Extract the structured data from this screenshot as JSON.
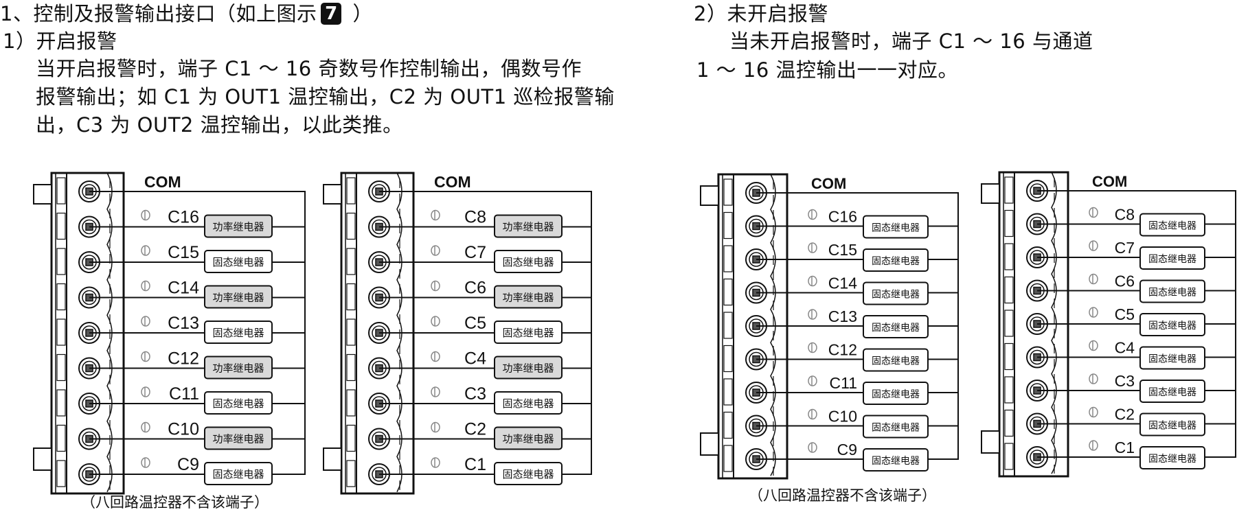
{
  "section": {
    "title_prefix": "1、控制及报警输出接口（如上图示",
    "figure_ref": "7",
    "title_suffix": "）"
  },
  "alarm_on": {
    "heading": "1）开启报警",
    "lines": [
      "当开启报警时，端子 C1 ～ 16 奇数号作控制输出，偶数号作",
      "报警输出；如 C1 为 OUT1 温控输出，C2 为 OUT1 巡检报警输",
      "出，C3 为 OUT2 温控输出，以此类推。"
    ]
  },
  "alarm_off": {
    "heading": "2）未开启报警",
    "lines": [
      "当未开启报警时，端子 C1 ～ 16 与通道",
      "1 ～ 16 温控输出一一对应。"
    ]
  },
  "relay_types": {
    "power": "功率继电器",
    "solid": "固态继电器"
  },
  "colors": {
    "power_fill": "#d9d9d9",
    "solid_fill": "#ffffff",
    "line": "#111111"
  },
  "diagrams": [
    {
      "id": "alarm-on-16",
      "common_label": "COM",
      "caption": "（八回路温控器不含该端子）",
      "terminals": [
        {
          "label": "C16",
          "relay": "power"
        },
        {
          "label": "C15",
          "relay": "solid"
        },
        {
          "label": "C14",
          "relay": "power"
        },
        {
          "label": "C13",
          "relay": "solid"
        },
        {
          "label": "C12",
          "relay": "power"
        },
        {
          "label": "C11",
          "relay": "solid"
        },
        {
          "label": "C10",
          "relay": "power"
        },
        {
          "label": "C9",
          "relay": "solid"
        }
      ]
    },
    {
      "id": "alarm-on-8",
      "common_label": "COM",
      "caption": "",
      "terminals": [
        {
          "label": "C8",
          "relay": "power"
        },
        {
          "label": "C7",
          "relay": "solid"
        },
        {
          "label": "C6",
          "relay": "power"
        },
        {
          "label": "C5",
          "relay": "solid"
        },
        {
          "label": "C4",
          "relay": "power"
        },
        {
          "label": "C3",
          "relay": "solid"
        },
        {
          "label": "C2",
          "relay": "power"
        },
        {
          "label": "C1",
          "relay": "solid"
        }
      ]
    },
    {
      "id": "alarm-off-16",
      "common_label": "COM",
      "caption": "（八回路温控器不含该端子）",
      "terminals": [
        {
          "label": "C16",
          "relay": "solid"
        },
        {
          "label": "C15",
          "relay": "solid"
        },
        {
          "label": "C14",
          "relay": "solid"
        },
        {
          "label": "C13",
          "relay": "solid"
        },
        {
          "label": "C12",
          "relay": "solid"
        },
        {
          "label": "C11",
          "relay": "solid"
        },
        {
          "label": "C10",
          "relay": "solid"
        },
        {
          "label": "C9",
          "relay": "solid"
        }
      ]
    },
    {
      "id": "alarm-off-8",
      "common_label": "COM",
      "caption": "",
      "terminals": [
        {
          "label": "C8",
          "relay": "solid"
        },
        {
          "label": "C7",
          "relay": "solid"
        },
        {
          "label": "C6",
          "relay": "solid"
        },
        {
          "label": "C5",
          "relay": "solid"
        },
        {
          "label": "C4",
          "relay": "solid"
        },
        {
          "label": "C3",
          "relay": "solid"
        },
        {
          "label": "C2",
          "relay": "solid"
        },
        {
          "label": "C1",
          "relay": "solid"
        }
      ]
    }
  ]
}
